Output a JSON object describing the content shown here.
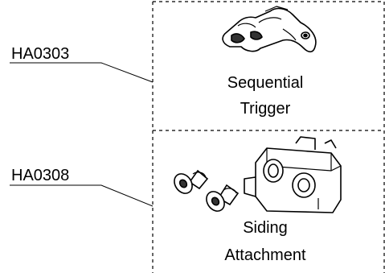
{
  "parts": [
    {
      "part_number": "HA0303",
      "description_line1": "Sequential",
      "description_line2": "Trigger",
      "icon": "sequential-trigger-drawing"
    },
    {
      "part_number": "HA0308",
      "description_line1": "Siding",
      "description_line2": "Attachment",
      "icon": "siding-attachment-drawing"
    }
  ]
}
